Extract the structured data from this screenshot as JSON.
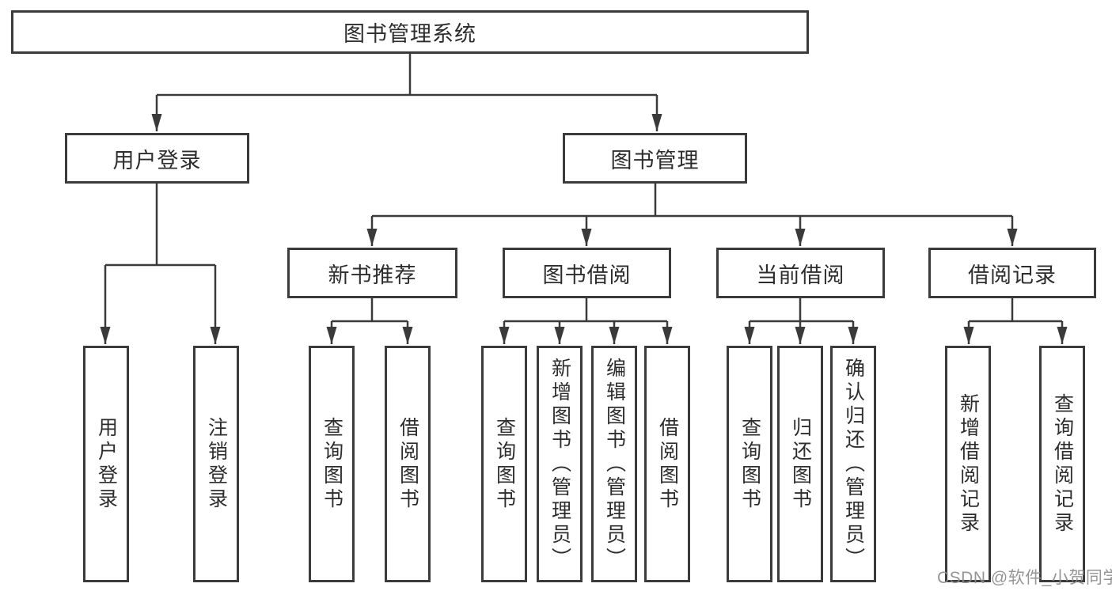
{
  "tree": {
    "root": {
      "label": "图书管理系统",
      "children": [
        {
          "label": "用户登录",
          "children": [
            {
              "label": "用户登录"
            },
            {
              "label": "注销登录"
            }
          ]
        },
        {
          "label": "图书管理",
          "children": [
            {
              "label": "新书推荐",
              "children": [
                {
                  "label": "查询图书"
                },
                {
                  "label": "借阅图书"
                }
              ]
            },
            {
              "label": "图书借阅",
              "children": [
                {
                  "label": "查询图书"
                },
                {
                  "label": "新增图书（管理员）"
                },
                {
                  "label": "编辑图书（管理员）"
                },
                {
                  "label": "借阅图书"
                }
              ]
            },
            {
              "label": "当前借阅",
              "children": [
                {
                  "label": "查询图书"
                },
                {
                  "label": "归还图书"
                },
                {
                  "label": "确认归还（管理员）"
                }
              ]
            },
            {
              "label": "借阅记录",
              "children": [
                {
                  "label": "新增借阅记录"
                },
                {
                  "label": "查询借阅记录"
                }
              ]
            }
          ]
        }
      ]
    }
  },
  "watermark": {
    "text": "CSDN @软件_小贺同学"
  },
  "colors": {
    "box_border": "#3b3b3b",
    "connector_line": "#3a3a3a",
    "text": "#2d2d2d",
    "watermark": "#8c8c8c",
    "background": "#ffffff"
  }
}
